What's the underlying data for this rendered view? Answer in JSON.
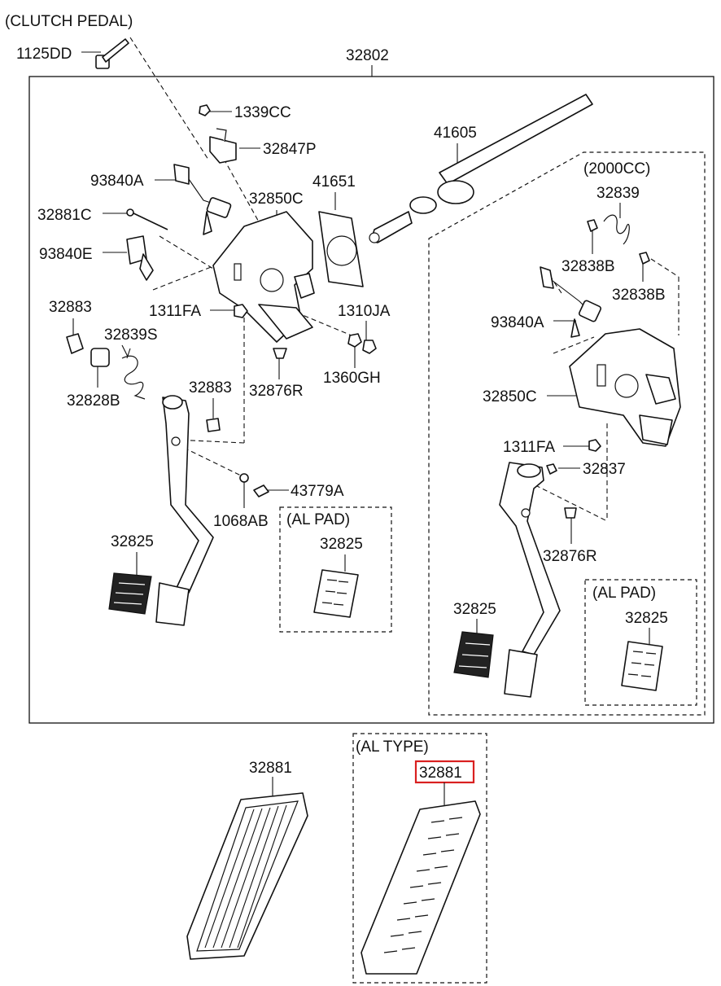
{
  "labels": {
    "clutch_pedal": "(CLUTCH PEDAL)",
    "p1125DD": "1125DD",
    "p32802": "32802",
    "p1339CC": "1339CC",
    "p32847P": "32847P",
    "p41605": "41605",
    "p93840A": "93840A",
    "p41651": "41651",
    "p32850C": "32850C",
    "p32881C": "32881C",
    "p93840E": "93840E",
    "p32883_a": "32883",
    "p1311FA": "1311FA",
    "p1310JA": "1310JA",
    "p32839S": "32839S",
    "p32876R": "32876R",
    "p1360GH": "1360GH",
    "p32828B": "32828B",
    "p32883_b": "32883",
    "p43779A": "43779A",
    "p1068AB": "1068AB",
    "al_pad_1": "(AL PAD)",
    "p32825_a": "32825",
    "p32825_b": "32825",
    "cc2000": "(2000CC)",
    "p32839": "32839",
    "p32838B_a": "32838B",
    "p32838B_b": "32838B",
    "p93840A_b": "93840A",
    "p32850C_b": "32850C",
    "p1311FA_b": "1311FA",
    "p32837": "32837",
    "p32876R_b": "32876R",
    "p32825_c": "32825",
    "al_pad_2": "(AL PAD)",
    "p32825_d": "32825",
    "p32881": "32881",
    "al_type": "(AL TYPE)",
    "p32881_hl": "32881"
  },
  "colors": {
    "line": "#111111",
    "highlight": "#d92020",
    "background": "#ffffff"
  }
}
